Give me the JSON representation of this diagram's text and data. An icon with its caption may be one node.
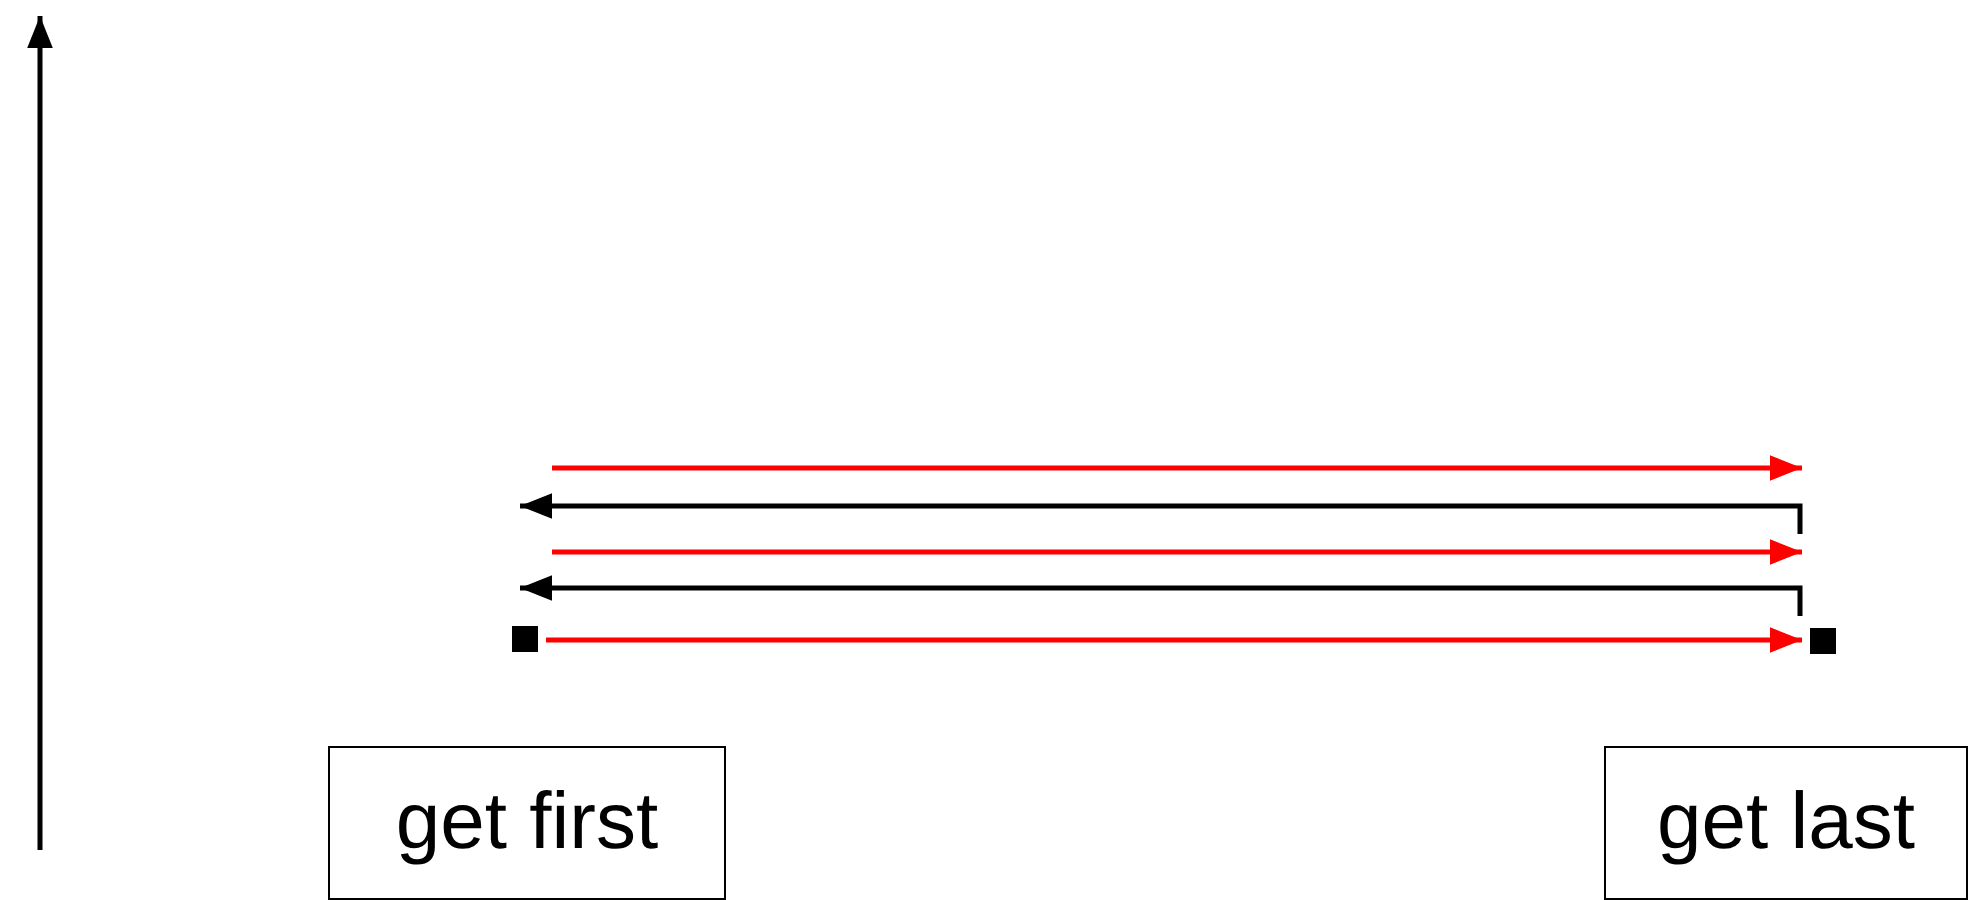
{
  "diagram": {
    "nodes": [
      {
        "text": [
          "get first"
        ]
      },
      {
        "text": [
          "get last"
        ]
      },
      {
        "text": [],
        "shape": "box"
      },
      {
        "text": [],
        "shape": "box"
      }
    ],
    "edges": [
      {
        "from": 2,
        "to": 3,
        "arrow": "to",
        "color": "#ff0000"
      }
    ]
  }
}
